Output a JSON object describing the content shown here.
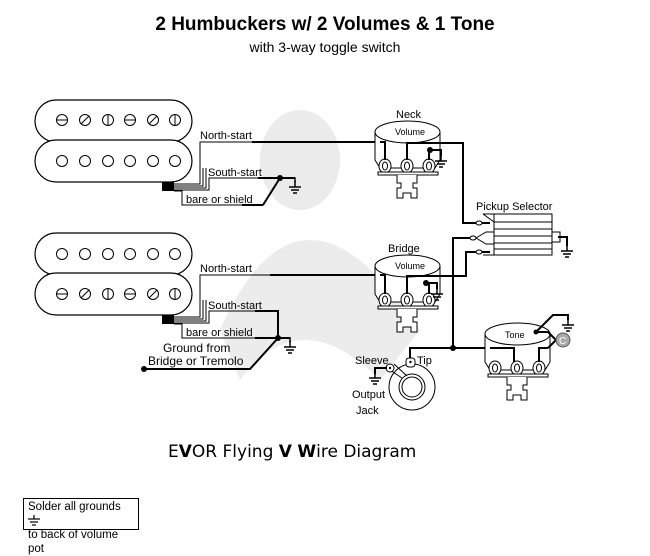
{
  "header": {
    "title": "2 Humbuckers w/ 2 Volumes & 1 Tone",
    "subtitle": "with 3-way toggle switch"
  },
  "neck_pickup": {
    "north_label": "North-start",
    "south_label": "South-start",
    "shield_label": "bare or shield"
  },
  "bridge_pickup": {
    "north_label": "North-start",
    "south_label": "South-start",
    "shield_label": "bare or shield",
    "ground_label_1": "Ground from",
    "ground_label_2": "Bridge or Tremolo"
  },
  "neck_volume": {
    "title": "Neck",
    "pot_label": "Volume"
  },
  "bridge_volume": {
    "title": "Bridge",
    "pot_label": "Volume"
  },
  "selector": {
    "title": "Pickup Selector"
  },
  "tone": {
    "pot_label": "Tone",
    "capacitor_label": "C"
  },
  "jack": {
    "sleeve_label": "Sleeve",
    "tip_label": "Tip",
    "name_line1": "Output",
    "name_line2": "Jack"
  },
  "footer": {
    "title_part1": "E",
    "title_part2": "V",
    "title_part3": "OR Flying ",
    "title_part4": "V",
    "title_part5": " ",
    "title_part6": "W",
    "title_part7": "ire Diagram"
  },
  "note": {
    "line1": "Solder all grounds",
    "line2": "to back of volume pot",
    "icon": "ground-icon"
  }
}
